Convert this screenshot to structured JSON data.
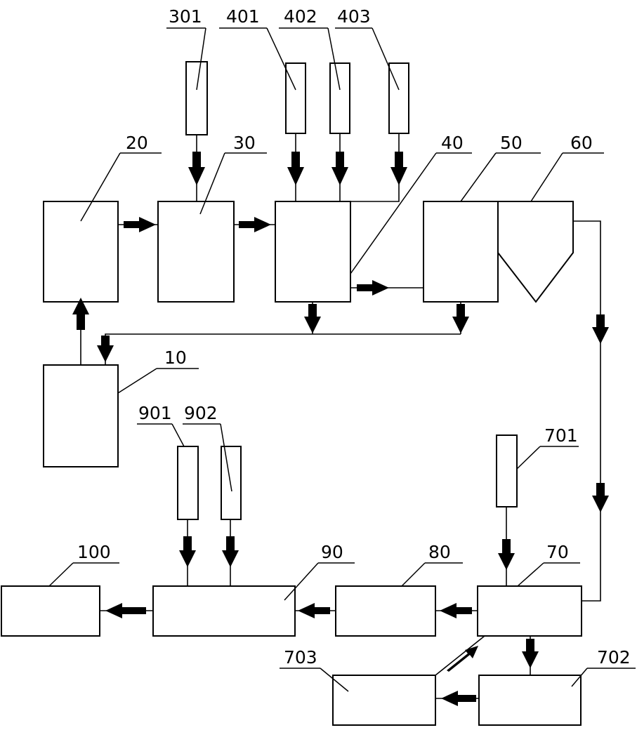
{
  "labels": {
    "b10": "10",
    "b20": "20",
    "b30": "30",
    "b40": "40",
    "b50": "50",
    "b60": "60",
    "b70": "70",
    "b80": "80",
    "b90": "90",
    "b100": "100",
    "b301": "301",
    "b401": "401",
    "b402": "402",
    "b403": "403",
    "b701": "701",
    "b702": "702",
    "b703": "703",
    "b901": "901",
    "b902": "902"
  }
}
